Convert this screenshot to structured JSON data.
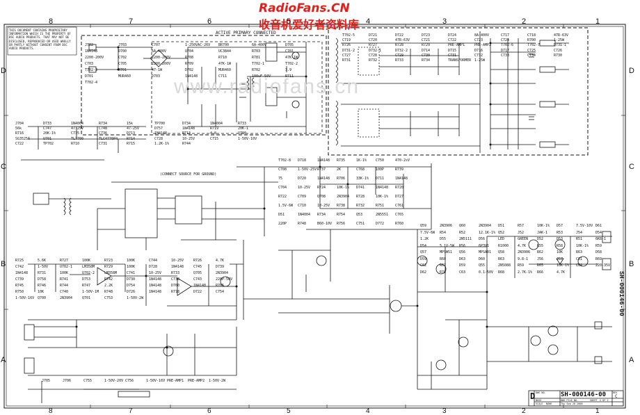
{
  "watermark": {
    "site": "RadioFans.CN",
    "cn": "收音机爱好者资料库"
  },
  "faint_watermark": "www.radiofans.cn",
  "disclaimer": "THIS DOCUMENT CONTAINS PROPRIETARY INFORMATION WHICH IS THE PROPERTY OF BSC AUDIO PRODUCTS. THAT MAY NOT BE DISCLOSED, REPRODUCED OR USED WHOLLY OR PARTLY WITHOUT CONSENT FROM BSC AUDIO PRODUCTS.",
  "grid": {
    "columns_top": [
      "8",
      "7",
      "6",
      "5",
      "4",
      "3",
      "2",
      "1"
    ],
    "columns_bottom": [
      "8",
      "7",
      "6",
      "5",
      "4",
      "3",
      "2",
      "1"
    ],
    "rows_left": [
      "D",
      "C",
      "B",
      "A"
    ],
    "rows_right": [
      "D",
      "C",
      "B",
      "A"
    ]
  },
  "section_titles": {
    "active_primary": "ACTIVE PRIMARY CONNECTED",
    "source_ground": "(CONNECT SOURCE FOR GROUND)"
  },
  "labels": {
    "top_left": [
      "J702",
      "J703",
      "C707",
      "1-250VAC-26V",
      "BR700",
      "6A-400V",
      "D705",
      "1N4148",
      "D700",
      "6A-400V",
      "U704",
      "UC3844",
      "R703",
      "C701",
      "2200-200V",
      "C702",
      "2200-200V",
      "R708",
      "R710",
      "R781",
      "47K-1W",
      "C703",
      "C705",
      "2200-200V",
      "R709",
      "47K-1W",
      "T702-1",
      "T702-2",
      "T702-3",
      "R701",
      "47-1W",
      "D702",
      "MUR460",
      "R702",
      "3.9",
      "D701",
      "MUR460",
      "D703",
      "1N4148",
      "C711",
      "100uF-50V",
      "R711",
      "T702-4"
    ],
    "top_right": [
      "T702-5",
      "D721",
      "D722",
      "D723",
      "D724",
      "8A-400V",
      "C717",
      "C718",
      "47R-63V",
      "C719",
      "C720",
      "47R-63V",
      "C721",
      "C722",
      "C723",
      "C724",
      "R700",
      "1-25W",
      "R726",
      "R727",
      "R728",
      "R729",
      "PRE-AMP1",
      "PRE-AMP2",
      "T702-6",
      "T702-7",
      "D731-1",
      "D731-2",
      "D732-1",
      "D732-2",
      "D714",
      "D715",
      "D716",
      "D717",
      "C725",
      "C726",
      "C727",
      "C728",
      "C729",
      "C730",
      "C731",
      "C732",
      "C733",
      "C734",
      "R730",
      "R731",
      "R732",
      "R733",
      "R734",
      "TRANSFORMER",
      "1-25W"
    ],
    "mid_left": [
      "J704",
      "D733",
      "1N4004",
      "R734",
      "15k",
      "TP700",
      "D734",
      "1N4004",
      "R733",
      "56k",
      "C747",
      "47-25V",
      "C748",
      "47-25V",
      "D757",
      "1N4148",
      "R719",
      "20K-1",
      "R716",
      "20K-1%",
      "C735",
      "C736",
      "D713",
      "1N4148",
      "R713",
      "4.8",
      "U700",
      "SG3525A",
      "U701",
      "TL7700",
      "TLC4770P4",
      "R714",
      "C728",
      "10-25V",
      "C715",
      "1-50V-10V",
      "C722",
      "TP702",
      "R710",
      "C731",
      "R715",
      "1.2K-1%",
      "R744"
    ],
    "center": [
      "T702-8",
      "D718",
      "1N4148",
      "R735",
      "1K-1%",
      "C750",
      "470-2sV",
      "C708",
      "1-50V-25V",
      "R737",
      "2K",
      "C768",
      "100P",
      "R739",
      "75",
      "D720",
      "1N4148",
      "R706",
      "33K-1%",
      "D711",
      "1N4148",
      "C704",
      "10-25V",
      "R724",
      "10K-1%",
      "D741",
      "1N4148",
      "R720",
      "R722",
      "C709",
      "Q708",
      "2N3904",
      "R728",
      "10K-1%",
      "D727",
      "1.5V-6W",
      "C710",
      "10-25V",
      "R738",
      "R732",
      "R751",
      "C761",
      "D51",
      "1N4004",
      "R734",
      "R754",
      "Q53",
      "2N5551",
      "C765",
      "220P",
      "R748",
      "B60-10V",
      "R756",
      "C751",
      "D772",
      "R760"
    ],
    "right": [
      "Q59",
      "2N3906",
      "Q60",
      "2N3904",
      "D51",
      "R57",
      "10K-1%",
      "D57",
      "7.5V-10V",
      "D61",
      "7.5V-6W",
      "R54",
      "R52",
      "12.1K-1%",
      "Q52",
      "J52",
      "JAK-1",
      "R53",
      "J54",
      "D54",
      "1.2K",
      "D55",
      "2N5111",
      "D56",
      "LED",
      "GREEN",
      "D52",
      "D53",
      "R51",
      "6K8-1",
      "D54",
      "5.1V-5W",
      "R56",
      "6P3V1",
      "R1000",
      "4.7K",
      "R55",
      "R58",
      "10K-1%",
      "R59",
      "Q57",
      "MPSW51",
      "Q56",
      "MPSA01",
      "Q58",
      "2N3906",
      "R62",
      "10K",
      "R63",
      "D58",
      "D59",
      "R60",
      "D63",
      "D60",
      "R63",
      "9.8-1",
      "J56",
      "J57",
      "C61",
      "R69",
      "C62",
      "R67",
      "D59",
      "Q55",
      "2N5088",
      "R59",
      "R65",
      "10K-1%",
      "C64",
      "220-35V",
      "D62",
      "R70",
      "C63",
      "0.1-50V",
      "R68",
      "2.7K-1%",
      "R66",
      "4.7K"
    ],
    "bottom_left": [
      "R725",
      "5.6K",
      "R727",
      "100K",
      "R723",
      "100K",
      "C744",
      "10-25V",
      "R726",
      "4.7K",
      "C742",
      "1-50V",
      "U702-1",
      "LM358M",
      "R729",
      "100K",
      "D728",
      "1N4148",
      "C745",
      "D739",
      "1N4148",
      "R731",
      "100K",
      "U702-2",
      "LM358M",
      "C741",
      "10-25V",
      "R733",
      "Q705",
      "2N3904",
      "C739",
      "D758",
      "R741",
      "D753",
      "R742",
      "D730",
      "1N4148",
      "C738",
      "C743",
      "220P-50V",
      "R745",
      "R746",
      "R744",
      "R747",
      "2.2K",
      "D754",
      "1N4148",
      "D760",
      "1N4148",
      "R765",
      "R750",
      "10K",
      "C740",
      "1-50V-1M",
      "R748",
      "D726",
      "1N4148",
      "R718",
      "D722",
      "C754",
      "1-50V-16V",
      "Q700",
      "2N3904",
      "Q701",
      "C753",
      "1-50V-2W"
    ],
    "bottom_misc": [
      "J705",
      "J706",
      "C755",
      "1-50V-20V",
      "C756",
      "1-50V-16V",
      "PRE-AMP1",
      "PRE-AMP2",
      "1-50V-2W"
    ]
  },
  "title_block": {
    "sheet_letter": "D",
    "dwg_label": "DWG NO.",
    "dwg_number": "SH-000146-00",
    "rev_label": "REV",
    "rev": "C",
    "sheet_label": "SHEET",
    "sheet": "2 OF 2",
    "company": "BOSE",
    "file_label": "DWG FILE NO.",
    "date": "Thu Sep 28 2000",
    "scale_label": "SCALE",
    "scale": "NONE"
  },
  "side_code": "SH-000146-00"
}
